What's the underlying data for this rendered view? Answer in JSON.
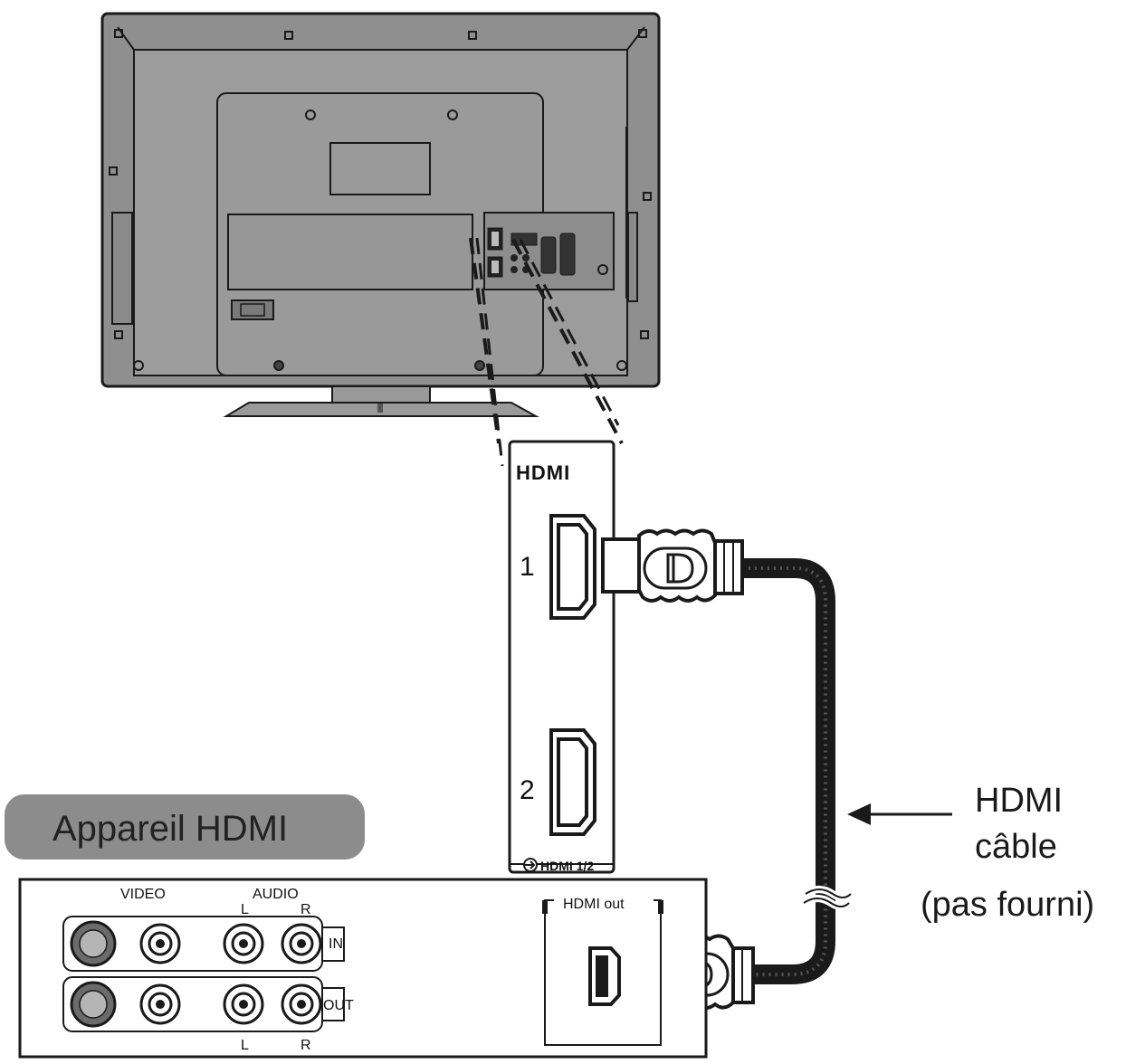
{
  "device_label": "Appareil HDMI",
  "panel": {
    "logo": "HDMI",
    "port_1": "1",
    "port_2": "2",
    "footer": "HDMI 1/2"
  },
  "device": {
    "video_label": "VIDEO",
    "audio_label": "AUDIO",
    "audio_l_top": "L",
    "audio_r_top": "R",
    "in_label": "IN",
    "out_label": "OUT",
    "audio_l_bottom": "L",
    "audio_r_bottom": "R",
    "hdmi_out_label": "HDMI out"
  },
  "cable_label": {
    "line1": "HDMI",
    "line2": "câble",
    "line3": "(pas fourni)"
  },
  "colors": {
    "tv_body": "#8f8f8f",
    "tv_inner": "#9c9c9c",
    "outline": "#1a1a1a",
    "device_badge": "#8c8c8c",
    "cable": "#1a1a1a"
  }
}
